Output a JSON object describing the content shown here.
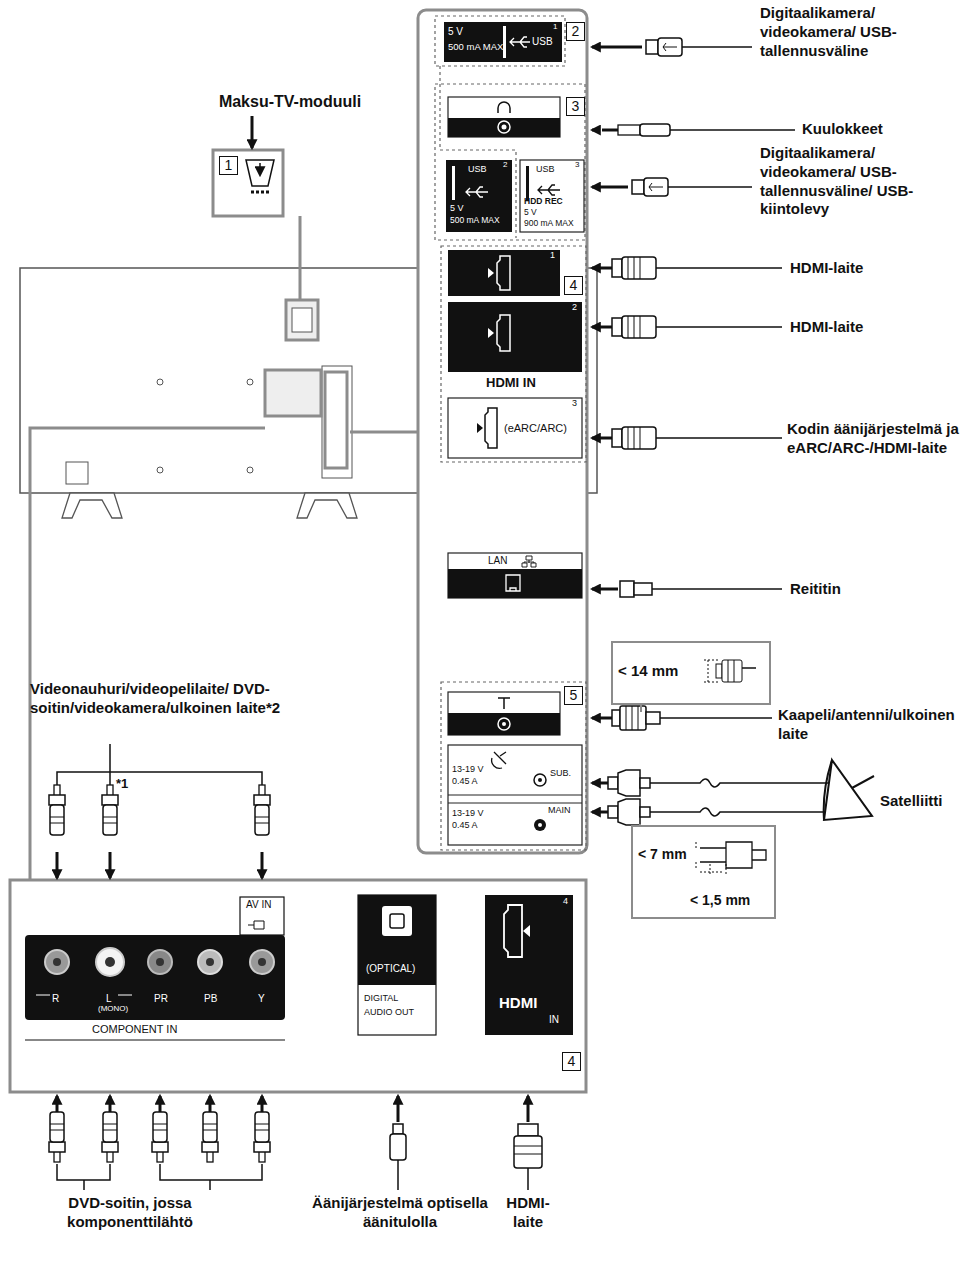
{
  "diagram": {
    "nodes": [
      {
        "text": [
          "1"
        ]
      },
      {
        "text": [
          "5 V",
          "500 mA MAX",
          "USB",
          "1"
        ]
      },
      {
        "text": [
          "2",
          "USB",
          "5 V",
          "500 mA MAX"
        ]
      },
      {
        "text": [
          "3",
          "USB",
          "HDD REC",
          "5 V",
          "900 mA MAX"
        ]
      },
      {
        "text": [
          "1"
        ]
      },
      {
        "text": [
          "2",
          "HDMI IN"
        ]
      },
      {
        "text": [
          "3",
          "(eARC/ARC)"
        ]
      },
      {
        "text": [
          "LAN"
        ]
      },
      {
        "text": [
          "SUB.",
          "13-19 V",
          "0.45 A",
          "MAIN",
          "13-19 V",
          "0.45 A"
        ]
      },
      {
        "text": [
          "AV IN",
          "R",
          "L",
          "(MONO)",
          "PR",
          "PB",
          "Y",
          "COMPONENT IN"
        ]
      },
      {
        "text": [
          "(OPTICAL)",
          "DIGITAL",
          "AUDIO OUT"
        ]
      },
      {
        "text": [
          "4",
          "HDMI",
          "IN"
        ]
      }
    ],
    "labels": [
      "Maksu-TV-moduuli",
      "Digitaalikamera/ videokamera/ USB-tallennusväline",
      "Kuulokkeet",
      "Digitaalikamera/ videokamera/ USB-tallennusväline/ USB-kiintolevy",
      "HDMI-laite",
      "HDMI-laite",
      "Kodin äänijärjestelmä ja eARC/ARC-/HDMI-laite",
      "Reititin",
      "< 14 mm",
      "Kaapeli/antenni/ulkoinen laite",
      "Satelliitti",
      "< 7 mm",
      "< 1,5 mm",
      "Videonauhuri/videopelilaite/ DVD-soitin/videokamera/ulkoinen laite*2",
      "*1",
      "DVD-soitin, jossa komponenttilähtö",
      "Äänijärjestelmä optisella äänitulolla",
      "HDMI- laite",
      "2",
      "3",
      "4",
      "5",
      "4"
    ]
  }
}
